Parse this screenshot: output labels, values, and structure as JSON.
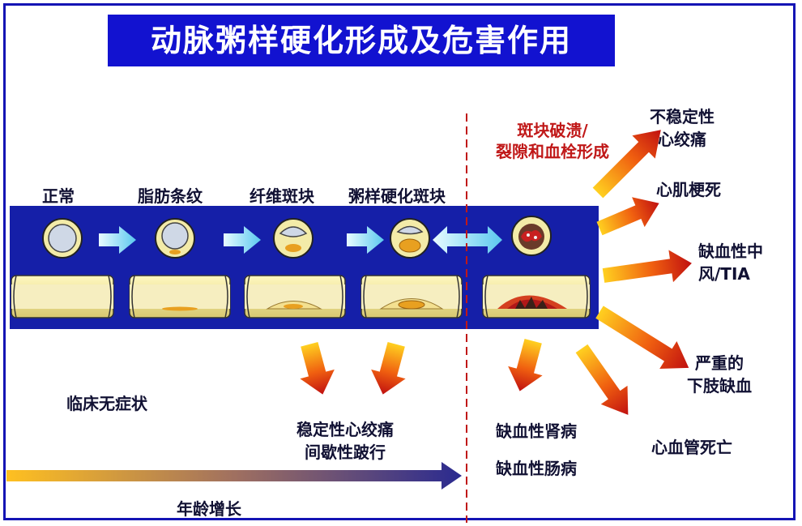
{
  "title": "动脉粥样硬化形成及危害作用",
  "stages": [
    "正常",
    "脂肪条纹",
    "纤维斑块",
    "粥样硬化斑块"
  ],
  "rupture": {
    "lines": [
      "斑块破溃/",
      "裂隙和血栓形成"
    ]
  },
  "outcomes_right": [
    {
      "lines": [
        "不稳定性",
        "心绞痛"
      ]
    },
    {
      "lines": [
        "心肌梗死"
      ]
    },
    {
      "lines": [
        "缺血性中",
        "风/TIA"
      ]
    },
    {
      "lines": [
        "严重的",
        "下肢缺血"
      ]
    },
    {
      "lines": [
        "心血管死亡"
      ]
    }
  ],
  "outcomes_middle": {
    "lines": [
      "稳定性心绞痛",
      "间歇性跛行"
    ]
  },
  "outcomes_lower": [
    "缺血性肾病",
    "缺血性肠病"
  ],
  "asymptomatic": "临床无症状",
  "age_axis": "年龄增长",
  "colors": {
    "title_bg": "#1212d0",
    "band": "#151fa8",
    "frame": "#1414b4",
    "divider": "#c01818",
    "age_arrow": "#3a3aa0",
    "vessel_wall": "#f0e8a0",
    "plaque": "#e8a020",
    "thrombus": "#b01818"
  }
}
